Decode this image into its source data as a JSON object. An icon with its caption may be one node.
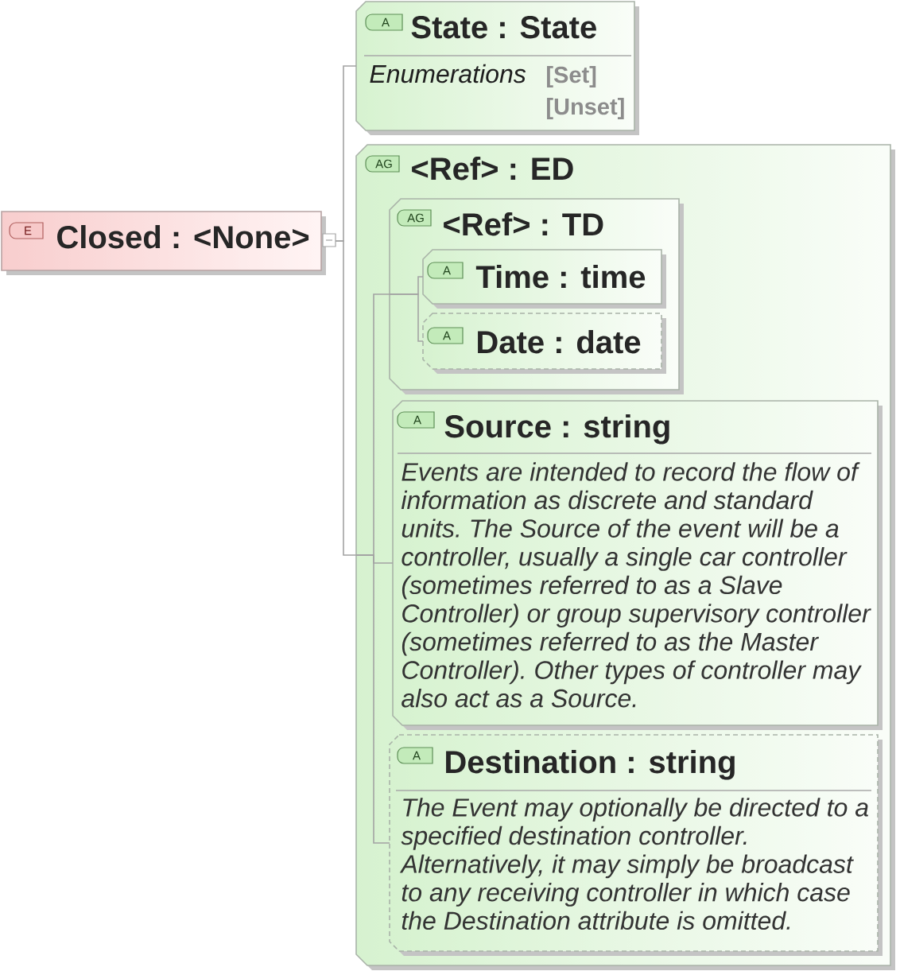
{
  "diagram": {
    "nodes": [
      {
        "text": [
          "E",
          "Closed : <None>"
        ]
      },
      {
        "text": [
          "A",
          "State : State",
          "Enumerations",
          "[Set]",
          "[Unset]"
        ]
      },
      {
        "text": [
          "AG",
          "<Ref> : ED"
        ]
      },
      {
        "text": [
          "AG",
          "<Ref> : TD"
        ],
        "in": 2
      },
      {
        "text": [
          "A",
          "Time : time"
        ],
        "in": 3
      },
      {
        "text": [
          "A",
          "Date : date"
        ],
        "in": 3
      },
      {
        "text": [
          "A",
          "Source : string",
          "Events are intended to record the flow of information as discrete and standard units. The Source of the event will be a controller, usually a single car controller (sometimes referred to as a Slave Controller) or group supervisory controller (sometimes referred to as the Master Controller). Other types of controller may also act as a Source."
        ],
        "in": 2
      },
      {
        "text": [
          "A",
          "Destination : string",
          "The Event may optionally be directed to a specified destination controller. Alternatively, it may simply be broadcast to any receiving controller in which case the Destination attribute is omitted."
        ],
        "in": 2
      }
    ],
    "edges": [
      {
        "from": 0,
        "to": 1,
        "arrow": "none"
      },
      {
        "from": 0,
        "to": 2,
        "arrow": "none"
      },
      {
        "from": 2,
        "to": 3,
        "arrow": "none"
      },
      {
        "from": 3,
        "to": 4,
        "arrow": "none"
      },
      {
        "from": 3,
        "to": 5,
        "arrow": "none"
      },
      {
        "from": 2,
        "to": 6,
        "arrow": "none"
      },
      {
        "from": 2,
        "to": 7,
        "arrow": "none"
      }
    ]
  }
}
